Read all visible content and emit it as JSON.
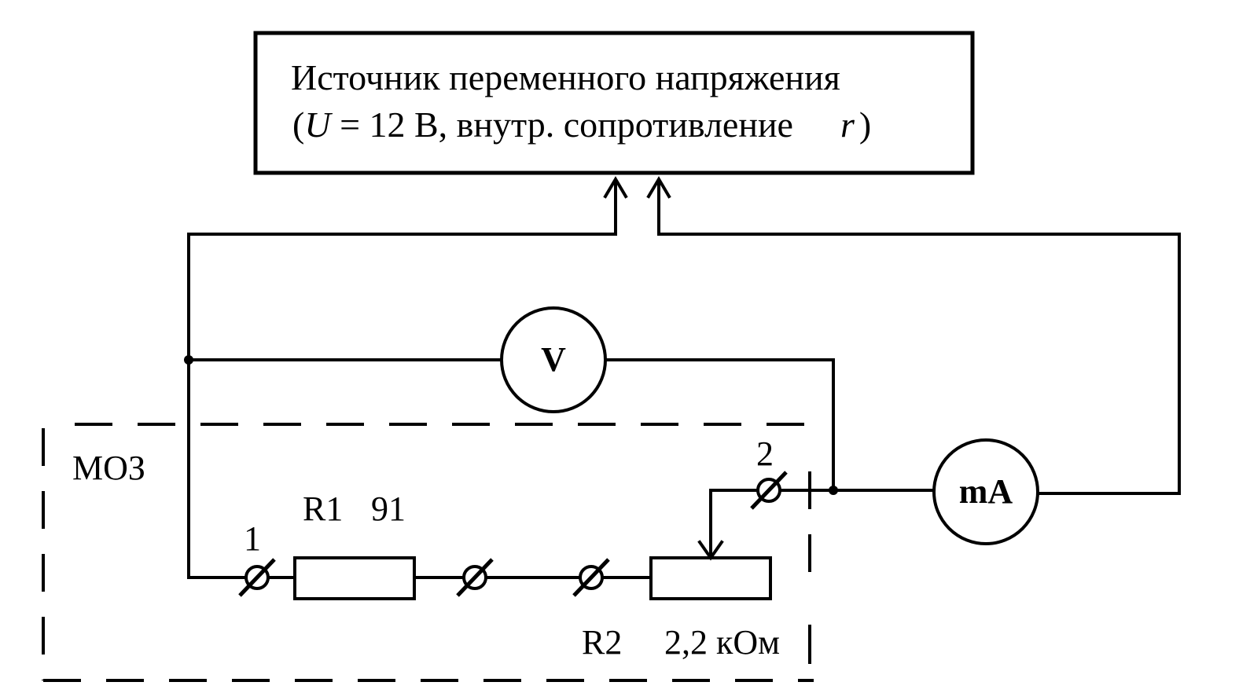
{
  "source": {
    "line1": "Источник переменного напряжения",
    "line2_open": "(",
    "line2_U": "U",
    "line2_mid": " = 12 В, внутр. сопротивление",
    "line2_r": "r",
    "line2_close": ")"
  },
  "meters": {
    "voltmeter": "V",
    "milliammeter": "mA"
  },
  "module": {
    "name": "МОЗ"
  },
  "terminals": {
    "t1": "1",
    "t2": "2"
  },
  "resistors": {
    "r1_name": "R1",
    "r1_value": "91",
    "r2_name": "R2",
    "r2_value": "2,2 кОм"
  },
  "colors": {
    "line": "#000000",
    "background": "#ffffff"
  }
}
